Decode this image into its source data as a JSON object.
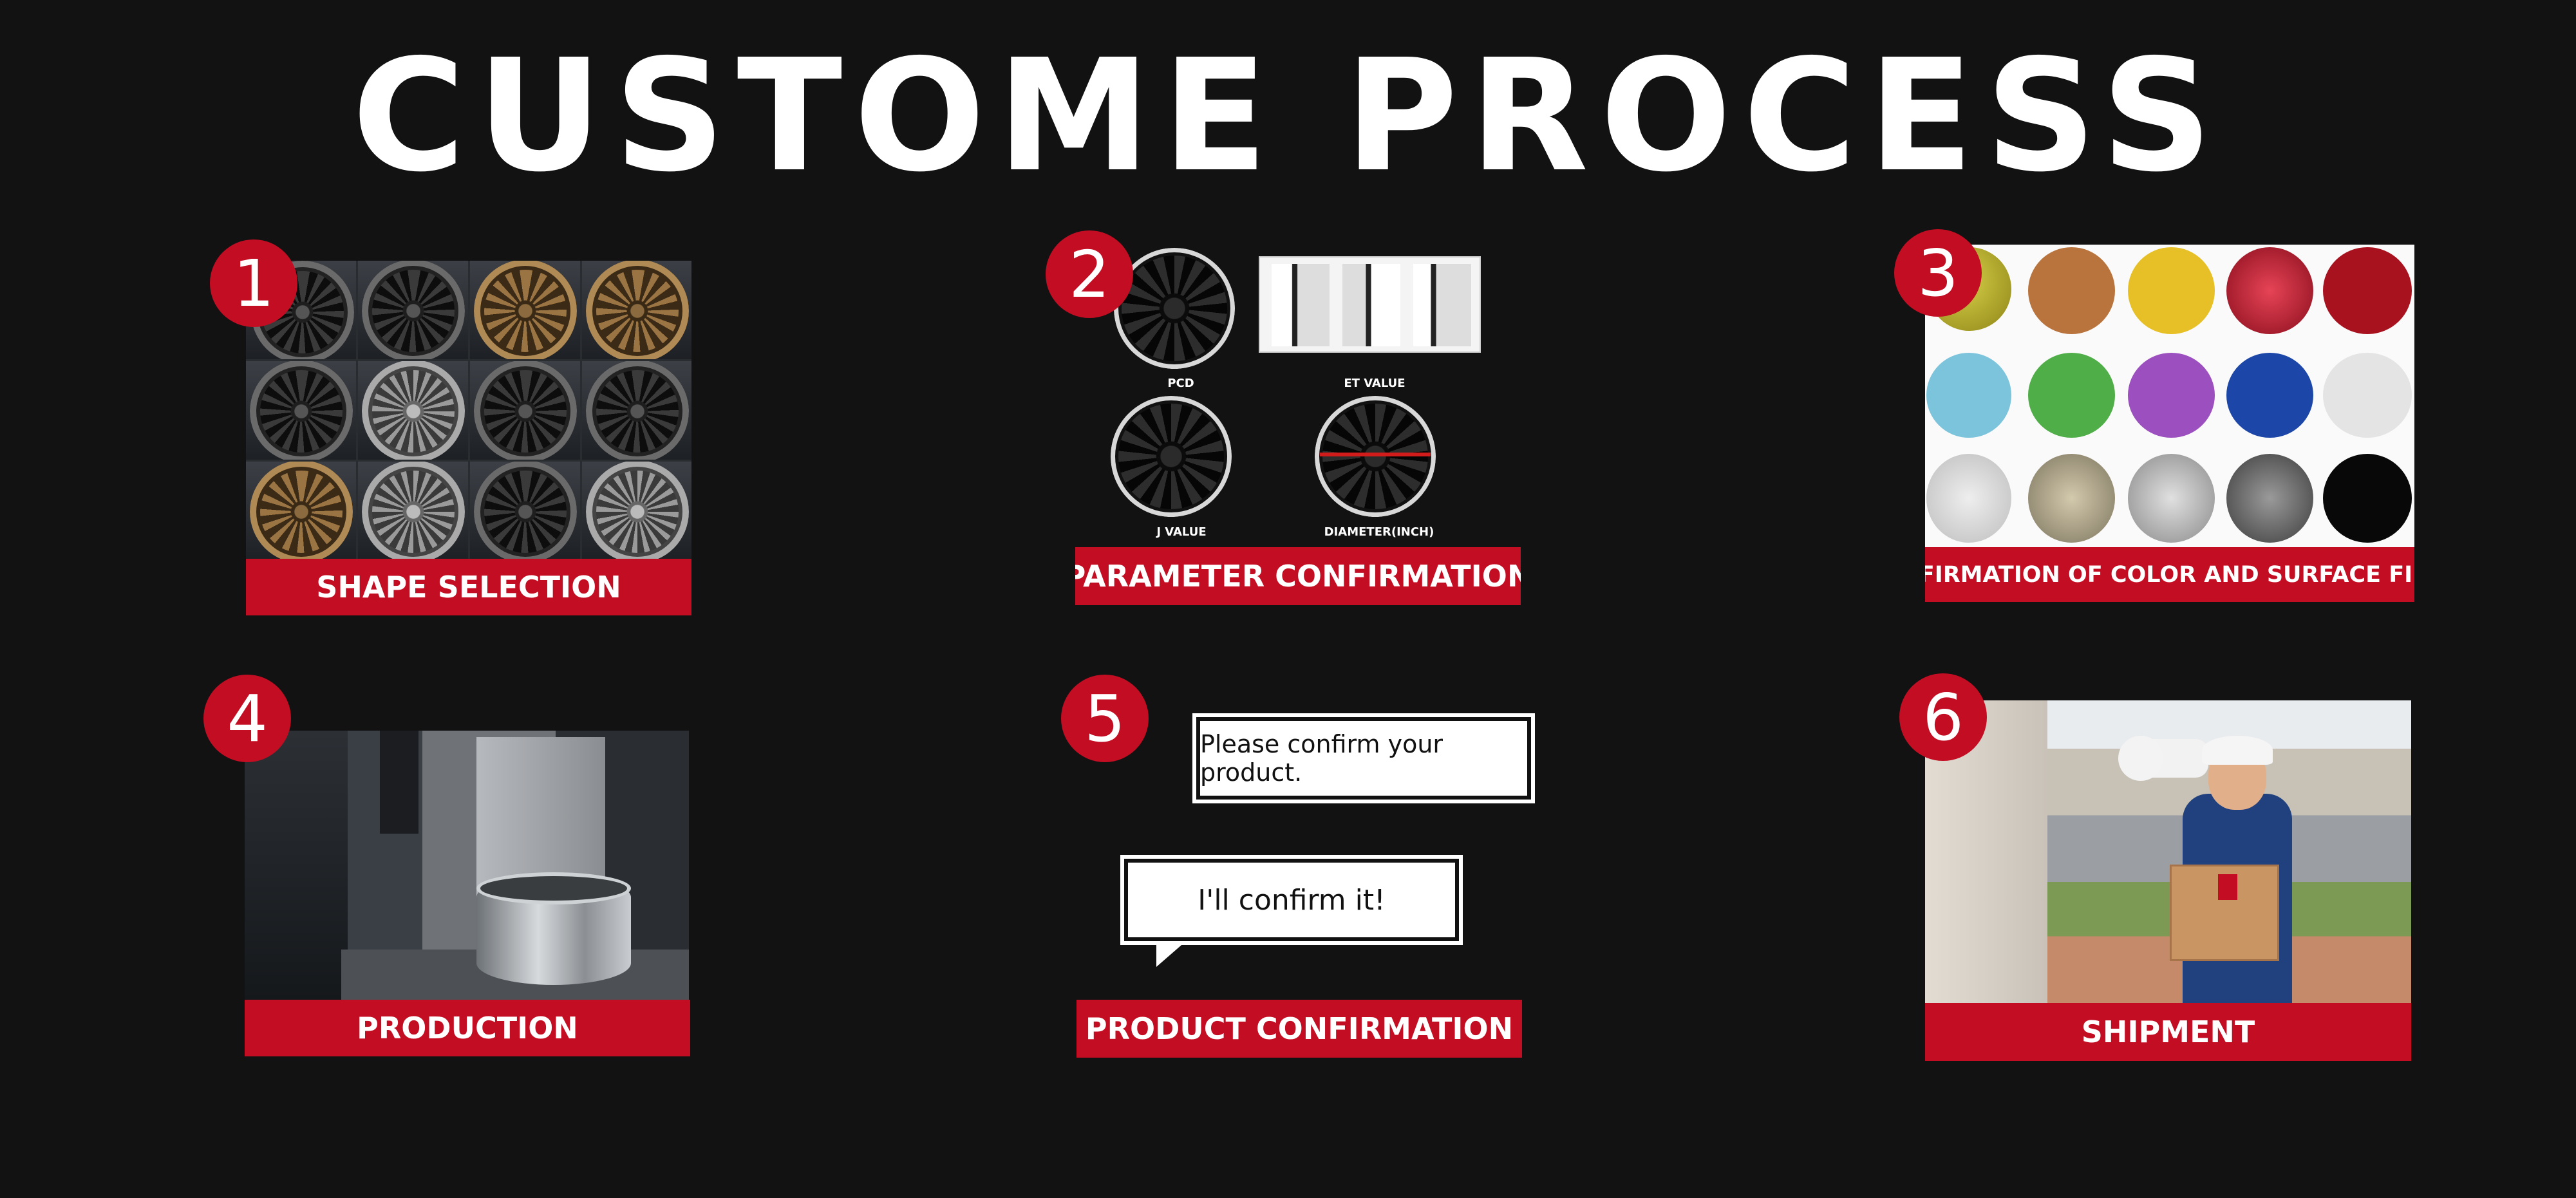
{
  "title": "CUSTOME PROCESS",
  "steps": {
    "s1": {
      "number": "1",
      "label": "SHAPE SELECTION"
    },
    "s2": {
      "number": "2",
      "label": "PARAMETER CONFIRMATION",
      "params": {
        "pcd": "PCD",
        "et": "ET VALUE",
        "j": "J VALUE",
        "dia": "DIAMETER(INCH)"
      }
    },
    "s3": {
      "number": "3",
      "label": "CONFIRMATION OF COLOR AND SURFACE FINISH"
    },
    "s4": {
      "number": "4",
      "label": "PRODUCTION"
    },
    "s5": {
      "number": "5",
      "label": "PRODUCT CONFIRMATION",
      "bubble1": "Please confirm your product.",
      "bubble2": "I'll confirm it!"
    },
    "s6": {
      "number": "6",
      "label": "SHIPMENT"
    }
  },
  "colors": {
    "accent": "#c30d23",
    "background": "#121212",
    "swatches": [
      "#b8b02a",
      "#b9733c",
      "#e6c026",
      "#b01426",
      "#a8121f",
      "#7cc4dc",
      "#4fae48",
      "#9c4fbe",
      "#1c46a8",
      "#e4e4e4",
      "#d4d4d4",
      "#a39a82",
      "#b4b4b4",
      "#6a6a6a",
      "#080808"
    ]
  }
}
